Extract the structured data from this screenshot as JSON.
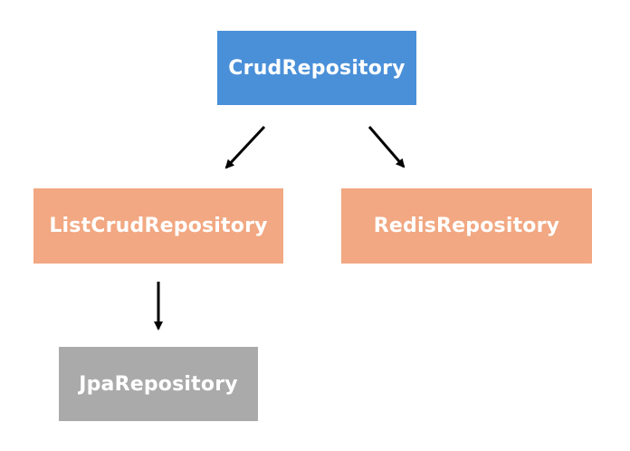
{
  "diagram": {
    "nodes": [
      {
        "id": "crud",
        "label": "CrudRepository",
        "color": "#4a90d9"
      },
      {
        "id": "listcrud",
        "label": "ListCrudRepository",
        "color": "#f2a882"
      },
      {
        "id": "redis",
        "label": "RedisRepository",
        "color": "#f2a882"
      },
      {
        "id": "jpa",
        "label": "JpaRepository",
        "color": "#aaaaaa"
      }
    ],
    "edges": [
      {
        "from": "crud",
        "to": "listcrud"
      },
      {
        "from": "crud",
        "to": "redis"
      },
      {
        "from": "listcrud",
        "to": "jpa"
      }
    ],
    "arrow_color": "#000000"
  }
}
